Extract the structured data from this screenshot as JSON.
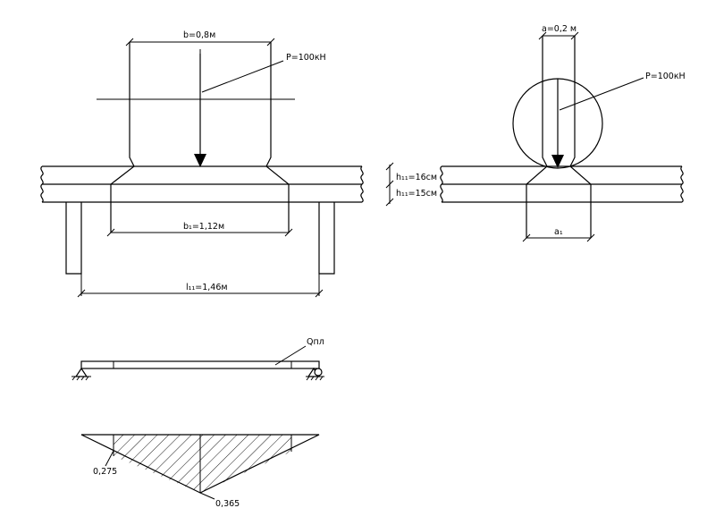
{
  "labels": {
    "width_b": "b=0,8м",
    "load_left": "P=100кН",
    "width_b1": "b₁=1,12м",
    "span_l": "l₁₁=1,46м",
    "h_top": "h₁₁=16см",
    "h_bottom": "h₁₁=15см",
    "width_a": "a=0,2 м",
    "load_right": "P=100кН",
    "width_a1": "a₁",
    "q_label": "Qпл",
    "ordinate_left": "0,275",
    "ordinate_center": "0,365"
  }
}
